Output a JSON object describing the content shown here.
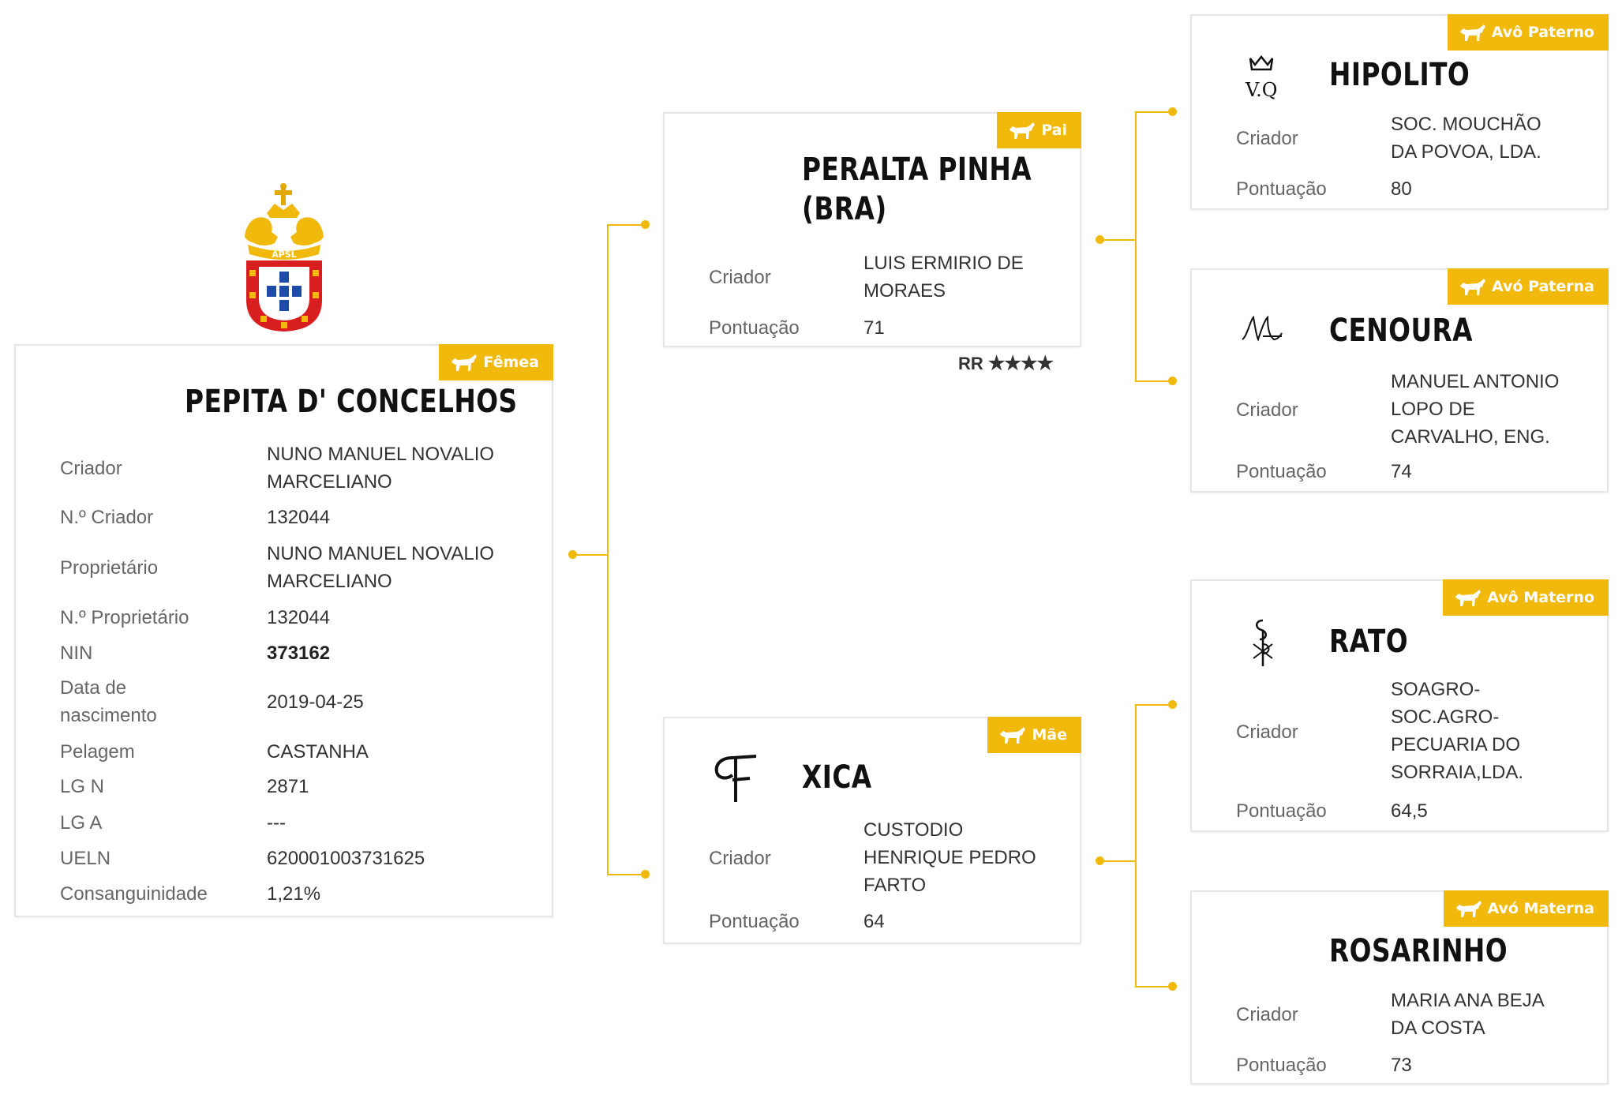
{
  "main": {
    "badge": "Fêmea",
    "name": "PEPITA D' CONCELHOS",
    "fields": {
      "criador_label": "Criador",
      "criador_line1": "NUNO MANUEL NOVALIO",
      "criador_line2": "MARCELIANO",
      "n_criador_label": "N.º Criador",
      "n_criador": "132044",
      "proprietario_label": "Proprietário",
      "proprietario_line1": "NUNO MANUEL NOVALIO",
      "proprietario_line2": "MARCELIANO",
      "n_proprietario_label": "N.º Proprietário",
      "n_proprietario": "132044",
      "nin_label": "NIN",
      "nin": "373162",
      "nascimento_label_line1": "Data de",
      "nascimento_label_line2": "nascimento",
      "nascimento": "2019-04-25",
      "pelagem_label": "Pelagem",
      "pelagem": "CASTANHA",
      "lgn_label": "LG N",
      "lgn": "2871",
      "lga_label": "LG A",
      "lga": "---",
      "ueln_label": "UELN",
      "ueln": "620001003731625",
      "consanguinidade_label": "Consanguinidade",
      "consanguinidade": "1,21%"
    },
    "logo_text": "APSL"
  },
  "pai": {
    "badge": "Pai",
    "name_line1": "PERALTA PINHA",
    "name_line2": "(BRA)",
    "criador_label": "Criador",
    "criador_line1": "LUIS ERMIRIO DE",
    "criador_line2": "MORAES",
    "pontuacao_label": "Pontuação",
    "pontuacao": "71",
    "rating_label": "RR",
    "rating_stars": 4
  },
  "mae": {
    "badge": "Mãe",
    "name": "XICA",
    "criador_label": "Criador",
    "criador_line1": "CUSTODIO",
    "criador_line2": "HENRIQUE PEDRO",
    "criador_line3": "FARTO",
    "pontuacao_label": "Pontuação",
    "pontuacao": "64"
  },
  "avo_paterno": {
    "badge": "Avô Paterno",
    "name": "HIPOLITO",
    "criador_label": "Criador",
    "criador_line1": "SOC. MOUCHÃO",
    "criador_line2": "DA POVOA, LDA.",
    "pontuacao_label": "Pontuação",
    "pontuacao": "80"
  },
  "avo_paterna": {
    "badge": "Avó Paterna",
    "name": "CENOURA",
    "criador_label": "Criador",
    "criador_line1": "MANUEL ANTONIO",
    "criador_line2": "LOPO DE",
    "criador_line3": "CARVALHO, ENG.",
    "pontuacao_label": "Pontuação",
    "pontuacao": "74"
  },
  "avo_materno": {
    "badge": "Avô Materno",
    "name": "RATO",
    "criador_label": "Criador",
    "criador_line1": "SOAGRO-",
    "criador_line2": "SOC.AGRO-",
    "criador_line3": "PECUARIA DO",
    "criador_line4": "SORRAIA,LDA.",
    "pontuacao_label": "Pontuação",
    "pontuacao": "64,5"
  },
  "avo_materna": {
    "badge": "Avó Materna",
    "name": "ROSARINHO",
    "criador_label": "Criador",
    "criador_line1": "MARIA ANA BEJA",
    "criador_line2": "DA COSTA",
    "pontuacao_label": "Pontuação",
    "pontuacao": "73"
  },
  "colors": {
    "accent": "#f0b90b",
    "card_border": "#e6e6e6",
    "label": "#666666",
    "name": "#111111"
  },
  "icons": {
    "badge_icon": "horse-icon",
    "rating_icon": "star-icon"
  }
}
